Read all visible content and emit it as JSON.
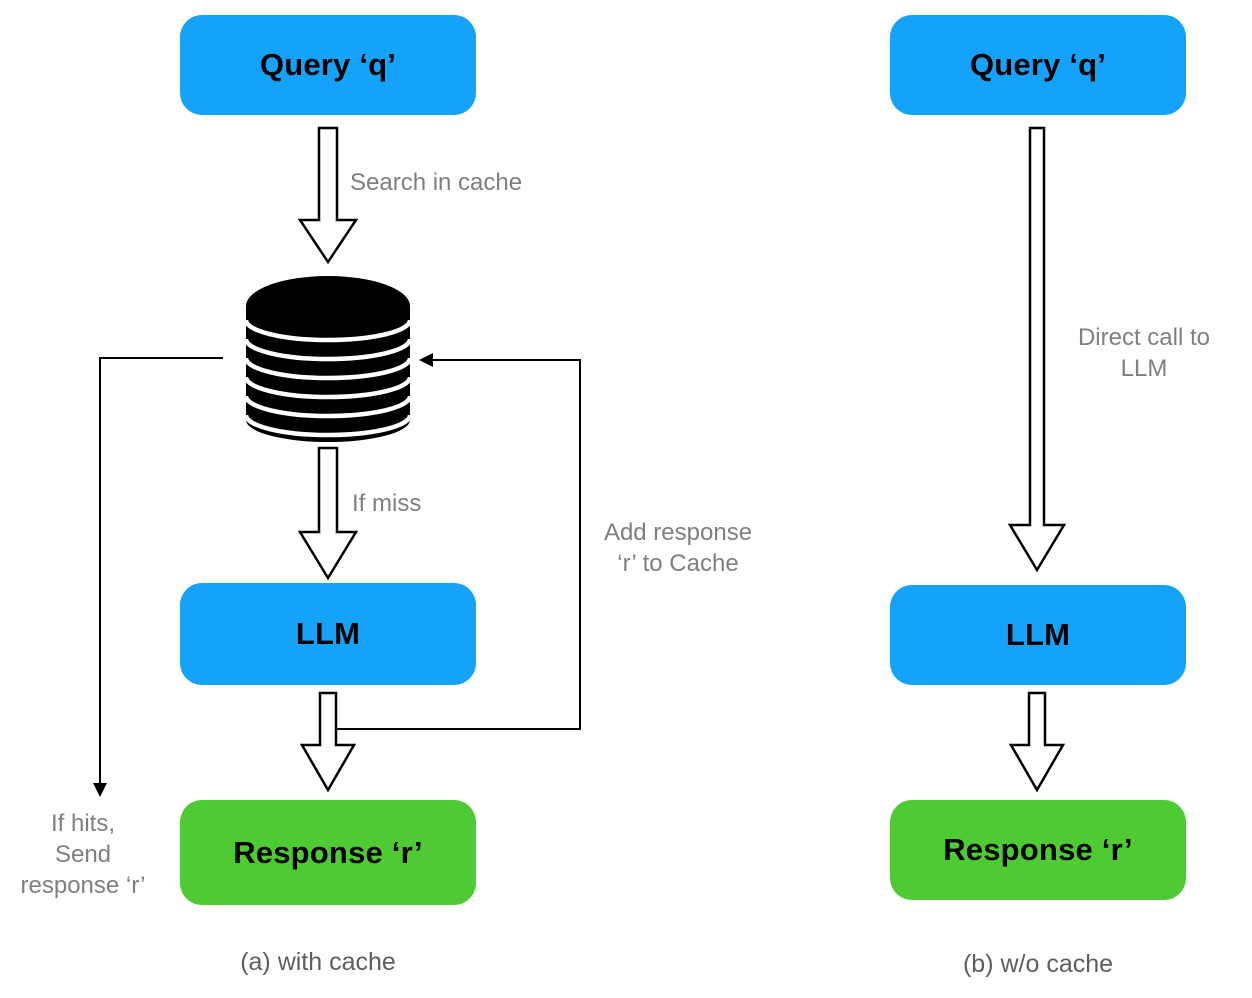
{
  "colors": {
    "box_blue": "#14A3F8",
    "box_green": "#4ECB33",
    "label_gray": "#7F7F7F",
    "caption_gray": "#5E5E5E",
    "line_black": "#000000"
  },
  "flow_a": {
    "caption": "(a) with cache",
    "query_label": "Query ‘q’",
    "llm_label": "LLM",
    "response_label": "Response ‘r’",
    "cache_icon": "database-cylinder",
    "search_edge_label": "Search in cache",
    "miss_edge_label": "If miss",
    "add_edge_label_line1": "Add response",
    "add_edge_label_line2": "‘r’ to Cache",
    "hit_edge_label_line1": "If hits,",
    "hit_edge_label_line2": "Send",
    "hit_edge_label_line3": "response ‘r’"
  },
  "flow_b": {
    "caption": "(b) w/o cache",
    "query_label": "Query ‘q’",
    "llm_label": "LLM",
    "response_label": "Response ‘r’",
    "direct_edge_label_line1": "Direct call to",
    "direct_edge_label_line2": "LLM"
  }
}
